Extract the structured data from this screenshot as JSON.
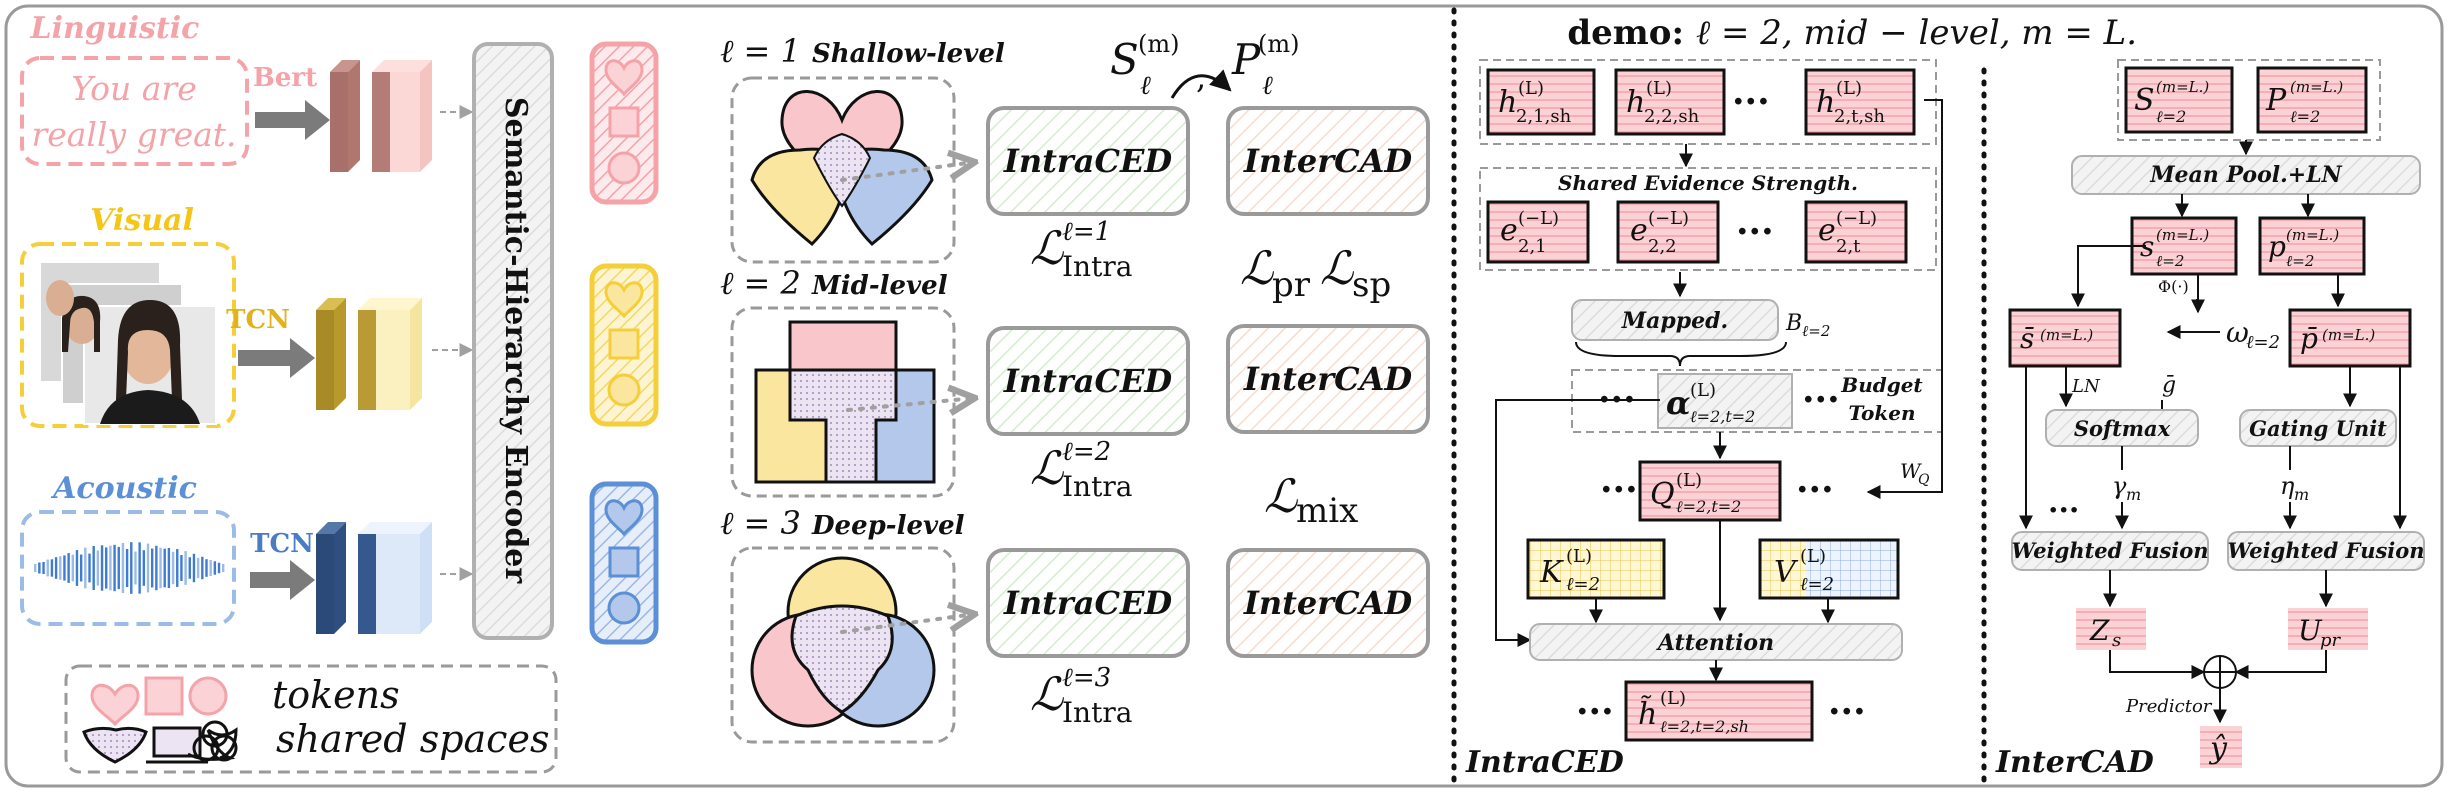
{
  "modalities": {
    "linguistic": {
      "label": "Linguistic",
      "sentence_line1": "You are",
      "sentence_line2": "really great.",
      "encoder": "Bert",
      "color": "#f4a3a8"
    },
    "visual": {
      "label": "Visual",
      "encoder": "TCN",
      "color": "#f5cf3a"
    },
    "acoustic": {
      "label": "Acoustic",
      "encoder": "TCN",
      "color": "#5b8fd6"
    }
  },
  "encoder": {
    "label": "Semantic-Hierarchy Encoder"
  },
  "legend": {
    "tokens": "tokens",
    "shared_spaces": "shared spaces"
  },
  "levels": {
    "l1": {
      "prefix": "ℓ = 1",
      "name": "Shallow-level",
      "loss_sup": "ℓ=1",
      "loss_sub": "Intra"
    },
    "l2": {
      "prefix": "ℓ = 2",
      "name": "Mid-level",
      "loss_sup": "ℓ=2",
      "loss_sub": "Intra"
    },
    "l3": {
      "prefix": "ℓ = 3",
      "name": "Deep-level",
      "loss_sup": "ℓ=3",
      "loss_sub": "Intra"
    }
  },
  "modules": {
    "intra": "IntraCED",
    "inter": "InterCAD"
  },
  "top_sym": {
    "S": "S",
    "P": "P",
    "sup": "(m)",
    "sub": "ℓ"
  },
  "losses": {
    "pr": "pr",
    "sp": "sp",
    "mix": "mix",
    "L": "ℒ"
  },
  "demo": {
    "bold": "demo:",
    "rest": "ℓ = 2, mid − level, m = L."
  },
  "intra_panel": {
    "title": "IntraCED",
    "h_tokens": [
      "h(L) 2,1,sh",
      "h(L) 2,2,sh",
      "h(L) 2,t,sh"
    ],
    "h_main": "h",
    "h_sup": "(L)",
    "h_subs": [
      "2,1,sh",
      "2,2,sh",
      "2,t,sh"
    ],
    "shared_evidence": "Shared Evidence Strength.",
    "e_main": "e",
    "e_sup": "(−L)",
    "e_subs": [
      "2,1",
      "2,2",
      "2,t"
    ],
    "mapped": "Mapped.",
    "budget_sym": "B",
    "budget_sub": "ℓ=2",
    "alpha": "α",
    "alpha_sup": "(L)",
    "alpha_sub": "ℓ=2,t=2",
    "budget_token_1": "Budget",
    "budget_token_2": "Token",
    "q_main": "Q",
    "q_sup": "(L)",
    "q_sub": "ℓ=2,t=2",
    "wq": "W",
    "wq_sub": "Q",
    "k_main": "K",
    "v_main": "V",
    "kv_sup": "(L)",
    "kv_sub": "ℓ=2",
    "attention": "Attention",
    "out_main": "h̃",
    "out_sup": "(L)",
    "out_sub": "ℓ=2,t=2,sh",
    "dots": "···"
  },
  "inter_panel": {
    "title": "InterCAD",
    "S_main": "S",
    "P_main": "P",
    "m_sup": "(m=L.)",
    "l_sub": "ℓ=2",
    "meanpool": "Mean Pool.+LN",
    "s_small": "s",
    "p_small": "p",
    "phi": "Φ(·)",
    "omega": "ω",
    "omega_sub": "ℓ=2",
    "sbar": "s̄",
    "pbar": "p̄",
    "ln": "LN",
    "gbar": "ḡ",
    "softmax": "Softmax",
    "gating": "Gating Unit",
    "gamma": "γ",
    "gamma_sub": "m",
    "eta": "η",
    "eta_sub": "m",
    "weighted_fusion": "Weighted Fusion",
    "zs": "Z",
    "zs_sub": "s",
    "upr": "U",
    "upr_sub": "pr",
    "predictor": "Predictor",
    "yhat": "ŷ"
  },
  "colors": {
    "pink": "#f4a3a8",
    "pink_fill": "#fbd3d6",
    "yellow": "#f5cf3a",
    "yellow_fill": "#fbe6a0",
    "blue": "#5b8fd6",
    "blue_fill": "#b3c8ea",
    "green": "#c7e3c0",
    "orange": "#f6d2c0",
    "gray": "#bdbdbd"
  }
}
